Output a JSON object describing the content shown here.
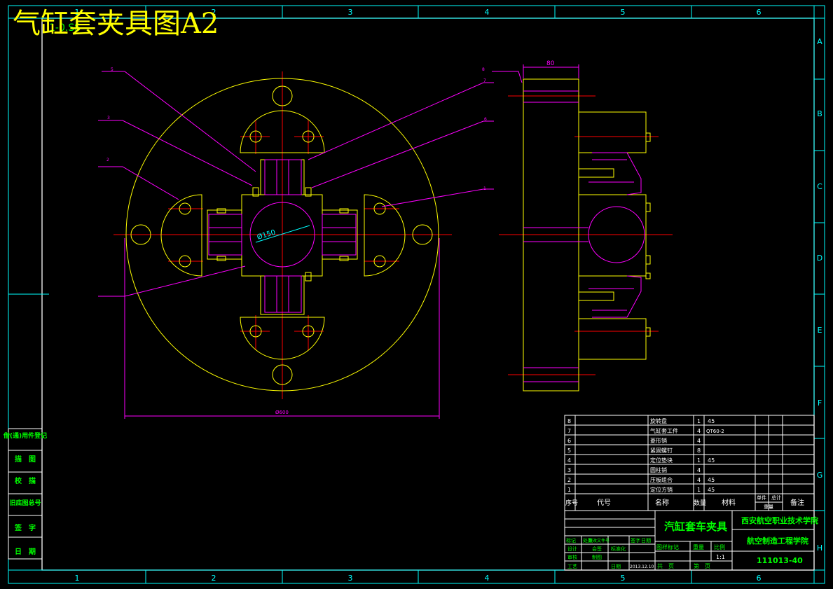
{
  "title": "气缸套夹具图A2",
  "title_ghost": "1-0.SS",
  "grid": {
    "columns": [
      "1",
      "2",
      "3",
      "4",
      "5",
      "6"
    ],
    "rows": [
      "A",
      "B",
      "C",
      "D",
      "E",
      "F",
      "G",
      "H"
    ]
  },
  "dimensions": {
    "width_80": "80",
    "diameter_150": "Ø150",
    "diameter_600": "Ø600"
  },
  "balloons": [
    "8",
    "7",
    "6",
    "5",
    "4",
    "3",
    "2",
    "1"
  ],
  "left_block": [
    "借(通)用件登记",
    "描　图",
    "校　描",
    "旧底图总号",
    "签　字",
    "日　期"
  ],
  "bom": {
    "rows": [
      {
        "no": "8",
        "name": "旋转盘",
        "qty": "1",
        "mat": "45"
      },
      {
        "no": "7",
        "name": "气缸套工件",
        "qty": "4",
        "mat": "QT60-2"
      },
      {
        "no": "6",
        "name": "菱形销",
        "qty": "4",
        "mat": ""
      },
      {
        "no": "5",
        "name": "紧固螺钉",
        "qty": "8",
        "mat": ""
      },
      {
        "no": "4",
        "name": "定位垫块",
        "qty": "1",
        "mat": "45"
      },
      {
        "no": "3",
        "name": "圆柱销",
        "qty": "4",
        "mat": ""
      },
      {
        "no": "2",
        "name": "压板组合",
        "qty": "4",
        "mat": "45"
      },
      {
        "no": "1",
        "name": "定位方销",
        "qty": "1",
        "mat": "45"
      }
    ],
    "header": {
      "no": "序号",
      "code": "代号",
      "name": "名称",
      "qty": "数量",
      "mat": "材料",
      "unit": "单件",
      "total": "总计",
      "weight": "重量",
      "note": "备注"
    }
  },
  "titleblock": {
    "product": "汽缸套车夹具",
    "school": "西安航空职业技术学院",
    "dept": "航空制造工程学院",
    "drawing_no": "111013-40",
    "scale_label": "比例",
    "scale": "1:1",
    "stage": "图样标记",
    "weight": "重量",
    "sheets": "共　页",
    "sheet": "第　页",
    "cells": [
      "标记",
      "处数",
      "更改文件号",
      "签字",
      "日期",
      "设计",
      "会签",
      "标准化",
      "审核",
      "制图",
      "工艺",
      "日期",
      "2013.12.10"
    ]
  }
}
